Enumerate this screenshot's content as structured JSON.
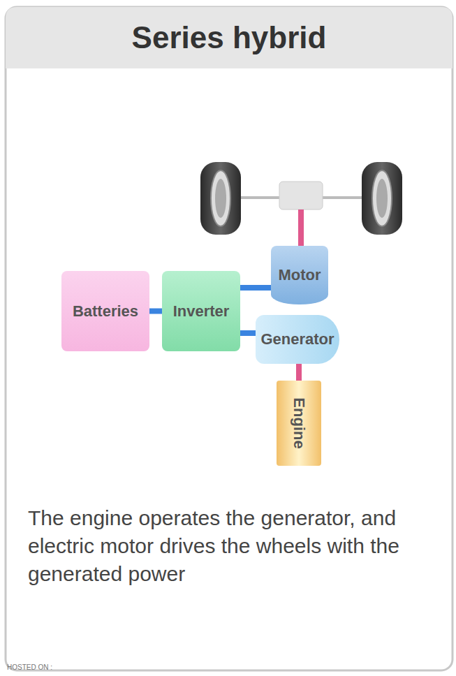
{
  "diagram": {
    "title": "Series hybrid",
    "caption": "The engine operates the generator, and electric motor drives the wheels with the generated power",
    "nodes": [
      {
        "text": [
          "Batteries"
        ]
      },
      {
        "text": [
          "Inverter"
        ]
      },
      {
        "text": [
          "Motor"
        ]
      },
      {
        "text": [
          "Generator"
        ]
      },
      {
        "text": [
          "Engine"
        ]
      }
    ],
    "edges": [
      {
        "from": 0,
        "to": 1,
        "arrow": "none"
      },
      {
        "from": 1,
        "to": 2,
        "arrow": "none"
      },
      {
        "from": 1,
        "to": 3,
        "arrow": "none"
      },
      {
        "from": 3,
        "to": 4,
        "arrow": "none"
      }
    ],
    "labels": [
      "HOSTED ON :"
    ]
  }
}
